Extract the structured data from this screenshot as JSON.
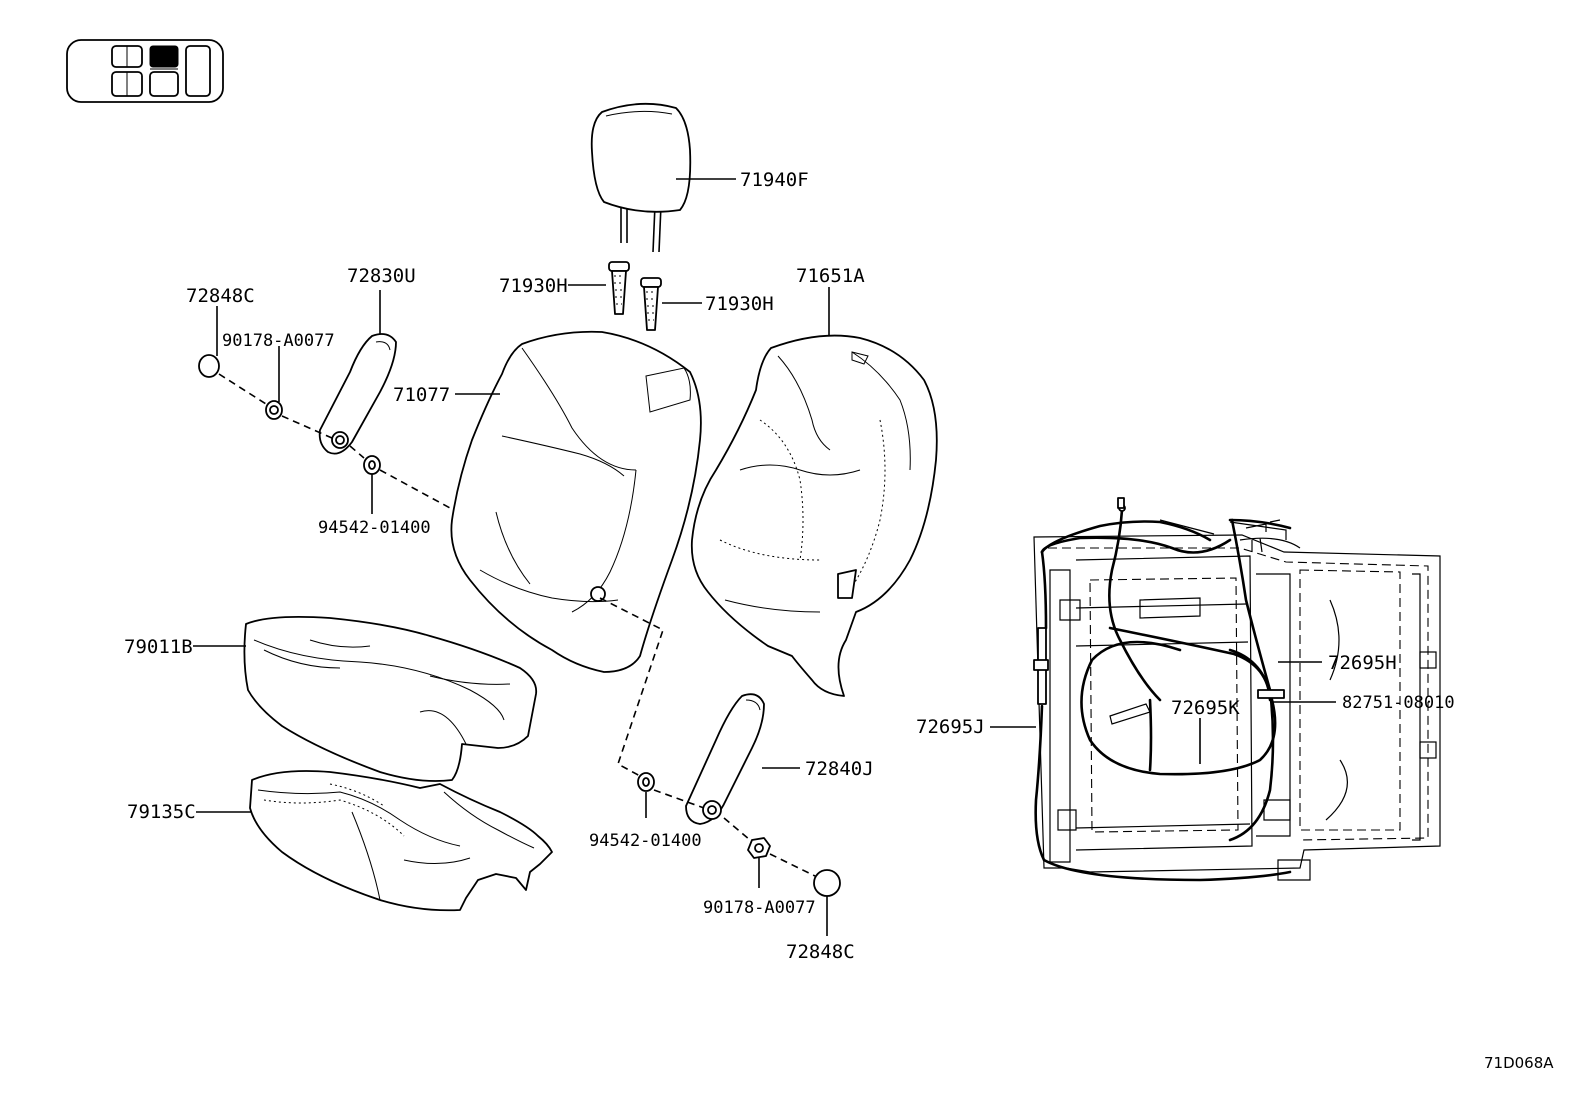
{
  "diagram_code": "71D068A",
  "labels": {
    "headrest": "71940F",
    "support_left": "71930H",
    "support_right": "71930H",
    "back_cover": "71651A",
    "trim_cover_top": "72830U",
    "cap_top": "72848C",
    "screw_top": "90178-A0077",
    "back_pad": "71077",
    "washer_top": "94542-01400",
    "cushion_pad": "79011B",
    "cushion_cover": "79135C",
    "trim_cover_bottom": "72840J",
    "washer_bottom": "94542-01400",
    "screw_bottom": "90178-A0077",
    "cap_bottom": "72848C",
    "harness_h": "72695H",
    "harness_k": "72695K",
    "clamp": "82751-08010",
    "harness_j": "72695J"
  }
}
